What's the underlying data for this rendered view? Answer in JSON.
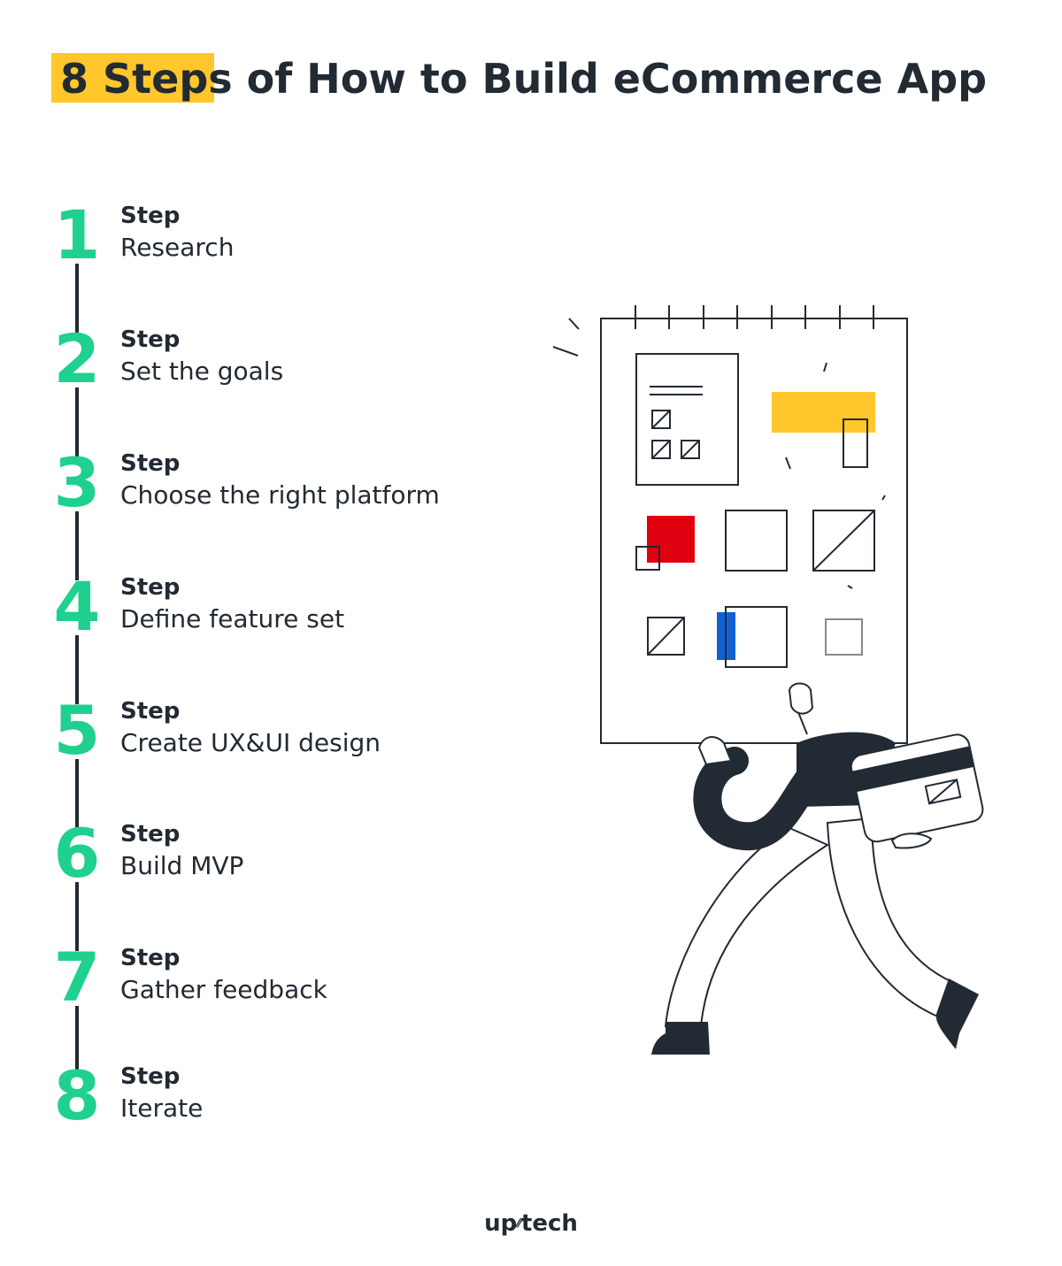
{
  "title": {
    "highlight": "8 Steps",
    "rest": " of How to Build eCommerce App"
  },
  "steps": [
    {
      "number": "1",
      "label": "Step",
      "name": "Research"
    },
    {
      "number": "2",
      "label": "Step",
      "name": "Set the goals"
    },
    {
      "number": "3",
      "label": "Step",
      "name": "Choose the right platform"
    },
    {
      "number": "4",
      "label": "Step",
      "name": "Define feature set"
    },
    {
      "number": "5",
      "label": "Step",
      "name": "Create UX&UI design"
    },
    {
      "number": "6",
      "label": "Step",
      "name": "Build MVP"
    },
    {
      "number": "7",
      "label": "Step",
      "name": "Gather feedback"
    },
    {
      "number": "8",
      "label": "Step",
      "name": "Iterate"
    }
  ],
  "brand": {
    "left": "up",
    "mid": "⁄⁄",
    "right": "tech"
  },
  "colors": {
    "accent_yellow": "#ffc72c",
    "step_green": "#1fd08f",
    "dark": "#222a33",
    "red": "#e0000f",
    "blue": "#1160d1"
  },
  "illustration": {
    "icon": "ecommerce-board-person-icon"
  }
}
